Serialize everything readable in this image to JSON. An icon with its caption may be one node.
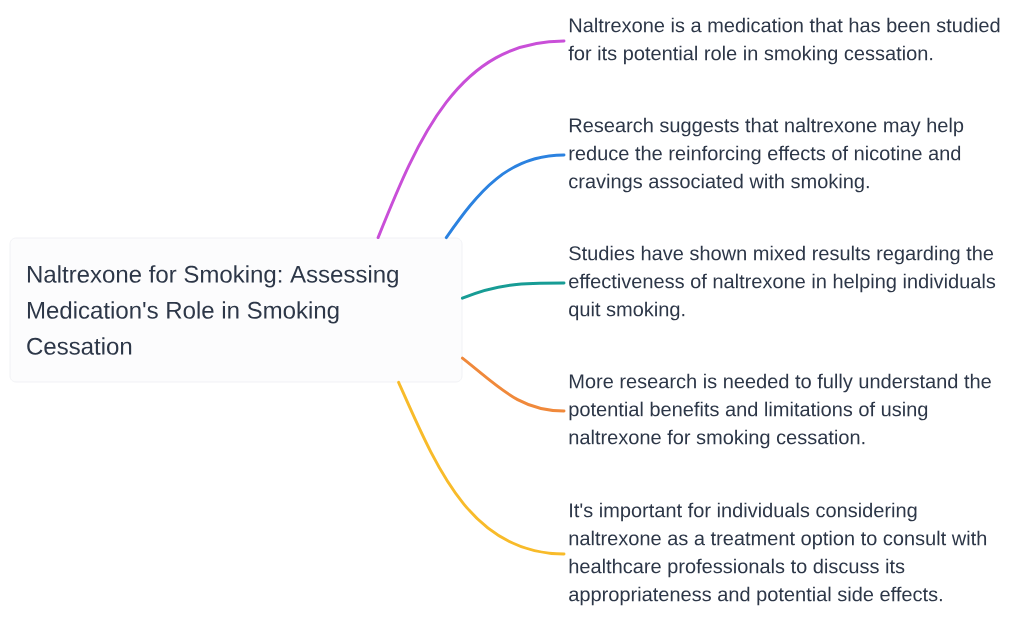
{
  "diagram": {
    "nodes": [
      {
        "text": [
          "Naltrexone for Smoking: Assessing Medication's Role in Smoking Cessation"
        ]
      },
      {
        "text": [
          "Naltrexone is a medication that has been studied for its potential role in smoking cessation."
        ]
      },
      {
        "text": [
          "Research suggests that naltrexone may help reduce the reinforcing effects of nicotine and cravings associated with smoking."
        ]
      },
      {
        "text": [
          "Studies have shown mixed results regarding the effectiveness of naltrexone in helping individuals quit smoking."
        ]
      },
      {
        "text": [
          "More research is needed to fully understand the potential benefits and limitations of using naltrexone for smoking cessation."
        ]
      },
      {
        "text": [
          "It's important for individuals considering naltrexone as a treatment option to consult with healthcare professionals to discuss its appropriateness and potential side effects."
        ]
      }
    ],
    "edges": [
      {
        "from": 0,
        "to": 1,
        "arrow": "none",
        "color": "#c94fd8"
      },
      {
        "from": 0,
        "to": 2,
        "arrow": "none",
        "color": "#2b82e0"
      },
      {
        "from": 0,
        "to": 3,
        "arrow": "none",
        "color": "#179c95"
      },
      {
        "from": 0,
        "to": 4,
        "arrow": "none",
        "color": "#f0893b"
      },
      {
        "from": 0,
        "to": 5,
        "arrow": "none",
        "color": "#f8bb2a"
      }
    ]
  }
}
